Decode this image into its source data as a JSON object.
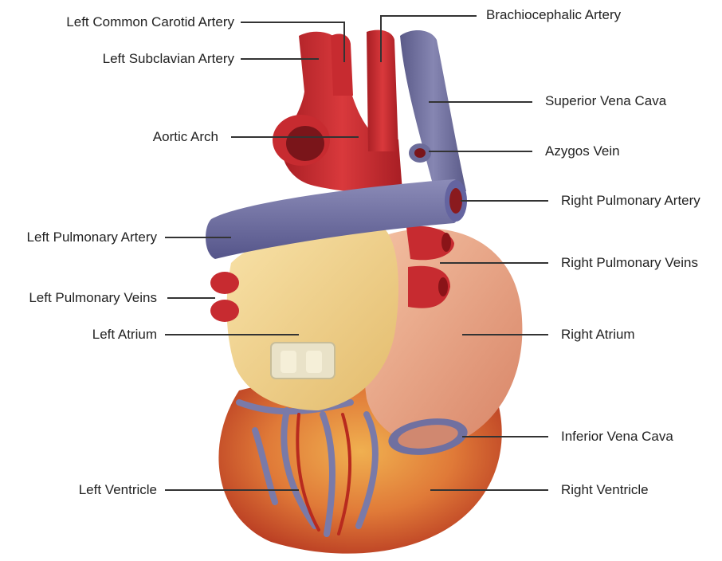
{
  "labels": {
    "left_common_carotid": "Left Common Carotid Artery",
    "left_subclavian": "Left Subclavian Artery",
    "aortic_arch": "Aortic Arch",
    "left_pulmonary_artery": "Left Pulmonary Artery",
    "left_pulmonary_veins": "Left Pulmonary Veins",
    "left_atrium": "Left Atrium",
    "left_ventricle": "Left Ventricle",
    "brachiocephalic": "Brachiocephalic Artery",
    "superior_vena_cava": "Superior Vena Cava",
    "azygos_vein": "Azygos Vein",
    "right_pulmonary_artery": "Right Pulmonary Artery",
    "right_pulmonary_veins": "Right Pulmonary Veins",
    "right_atrium": "Right Atrium",
    "inferior_vena_cava": "Inferior Vena Cava",
    "right_ventricle": "Right Ventricle"
  },
  "colors": {
    "artery_red": "#c8282e",
    "vein_blue": "#6f6f9c",
    "atrium_yellow": "#f1d68f",
    "right_atrium_pink": "#e8a08a",
    "ventricle": "#d95a34",
    "leader_line": "#333333"
  }
}
